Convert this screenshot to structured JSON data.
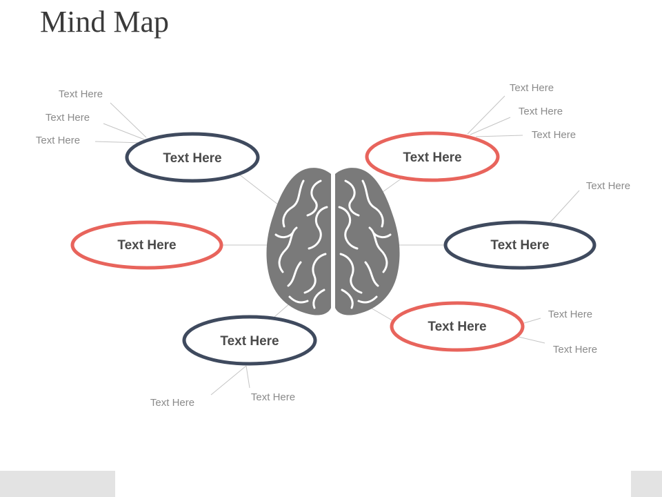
{
  "title": "Mind Map",
  "colors": {
    "navy": "#3f4a5e",
    "coral": "#e8645c",
    "brain": "#7a7a7a"
  },
  "nodes": [
    {
      "label": "Text Here",
      "color": "navy",
      "leaves": [
        "Text Here",
        "Text Here",
        "Text Here"
      ]
    },
    {
      "label": "Text Here",
      "color": "coral",
      "leaves": [
        "Text Here",
        "Text Here",
        "Text Here"
      ]
    },
    {
      "label": "Text Here",
      "color": "coral",
      "leaves": []
    },
    {
      "label": "Text Here",
      "color": "navy",
      "leaves": [
        "Text Here"
      ]
    },
    {
      "label": "Text Here",
      "color": "navy",
      "leaves": [
        "Text Here",
        "Text Here"
      ]
    },
    {
      "label": "Text Here",
      "color": "coral",
      "leaves": [
        "Text Here",
        "Text Here"
      ]
    }
  ]
}
